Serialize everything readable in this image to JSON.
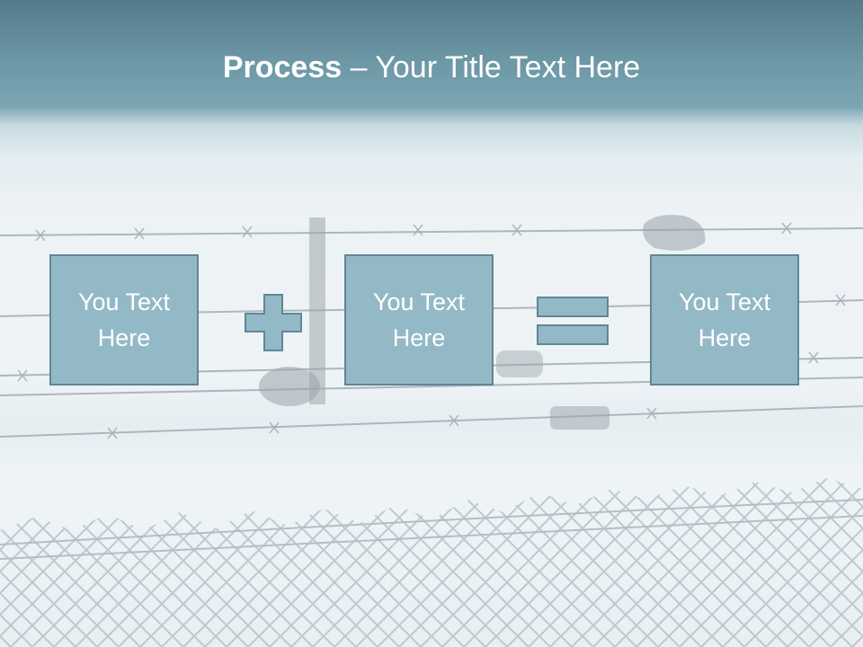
{
  "title": {
    "bold": "Process",
    "rest": " – Your Title Text Here"
  },
  "boxes": [
    {
      "line1": "You Text",
      "line2": "Here"
    },
    {
      "line1": "You Text",
      "line2": "Here"
    },
    {
      "line1": "You Text",
      "line2": "Here"
    }
  ],
  "operators": {
    "plus": "plus-icon",
    "equals": "equals-icon"
  },
  "colors": {
    "header": "#6d98a6",
    "box_fill": "#93b9c6",
    "box_border": "#5f8796",
    "text": "#ffffff"
  }
}
